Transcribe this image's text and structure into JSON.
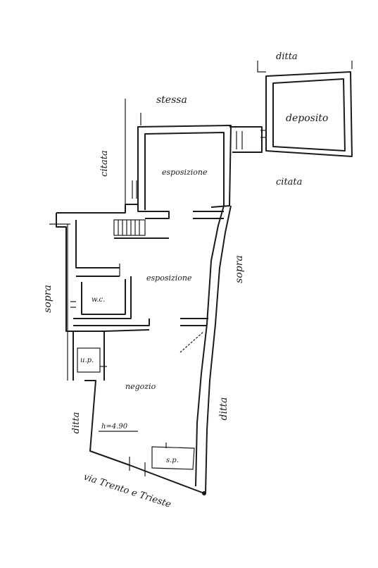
{
  "labels": {
    "ditta_top": "ditta",
    "deposito": "deposito",
    "stessa": "stessa",
    "citata_right": "citata",
    "citata_left": "citata",
    "esposizione_upper": "esposizione",
    "esposizione_middle": "esposizione",
    "sopra_right": "sopra",
    "sopra_left": "sopra",
    "wc": "w.c.",
    "up": "u.p.",
    "negozio": "negozio",
    "height": "h=4.90",
    "ditta_left": "ditta",
    "ditta_right": "ditta",
    "sp": "s.p.",
    "street": "via Trento e Trieste"
  }
}
